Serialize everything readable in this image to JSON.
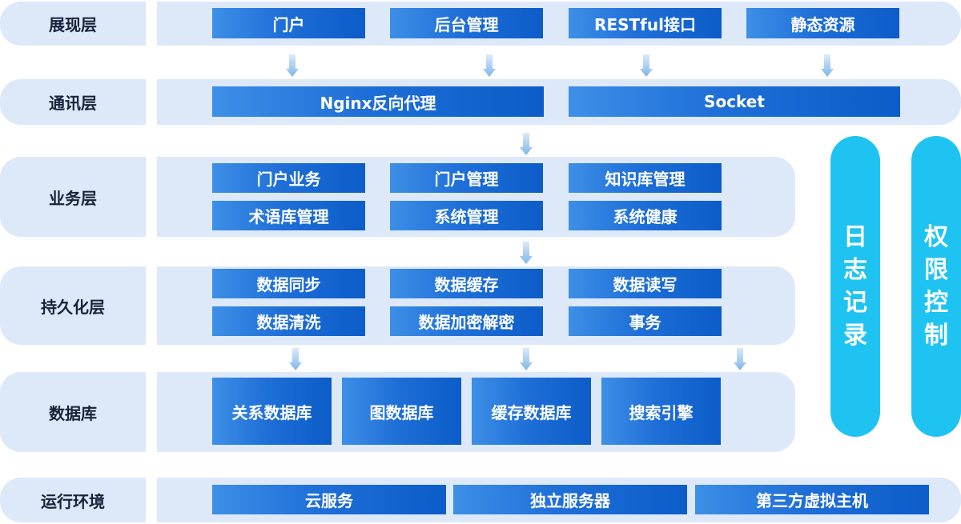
{
  "layers": {
    "presentation": {
      "label": "展现层",
      "items": [
        "门户",
        "后台管理",
        "RESTful接口",
        "静态资源"
      ]
    },
    "communication": {
      "label": "通讯层",
      "items": [
        "Nginx反向代理",
        "Socket"
      ]
    },
    "business": {
      "label": "业务层",
      "items": [
        "门户业务",
        "门户管理",
        "知识库管理",
        "术语库管理",
        "系统管理",
        "系统健康"
      ]
    },
    "persistence": {
      "label": "持久化层",
      "items": [
        "数据同步",
        "数据缓存",
        "数据读写",
        "数据清洗",
        "数据加密解密",
        "事务"
      ]
    },
    "database": {
      "label": "数据库",
      "items": [
        "关系数据库",
        "图数据库",
        "缓存数据库",
        "搜索引擎"
      ]
    },
    "runtime": {
      "label": "运行环境",
      "items": [
        "云服务",
        "独立服务器",
        "第三方虚拟主机"
      ]
    }
  },
  "side": {
    "logging": [
      "日",
      "志",
      "记",
      "录"
    ],
    "permission": [
      "权",
      "限",
      "控",
      "制"
    ]
  },
  "colors": {
    "band": "#dde9f8",
    "box_start": "#3d8fe6",
    "box_end": "#0c5cc9",
    "side_pill": "#1fc3f2",
    "arrow": "#9cc6ee"
  }
}
